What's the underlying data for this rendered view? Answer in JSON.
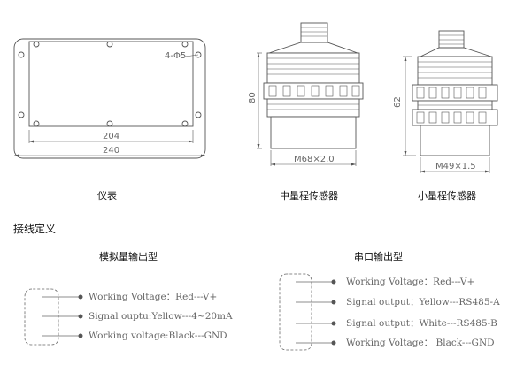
{
  "diagrams": {
    "meter": {
      "hole_label": "4-Φ5",
      "dim_inner": "204",
      "dim_outer": "240",
      "caption": "仪表"
    },
    "medium_sensor": {
      "height_label": "80",
      "thread_label": "M68×2.0",
      "caption": "中量程传感器"
    },
    "small_sensor": {
      "height_label": "62",
      "thread_label": "M49×1.5",
      "caption": "小量程传感器"
    }
  },
  "wiring": {
    "section_title": "接线定义",
    "analog": {
      "title": "模拟量输出型",
      "lines": [
        "Working Voltage：Red---V+",
        "Signal ouptu:Yellow---4~20mA",
        "Working voltage:Black---GND"
      ]
    },
    "serial": {
      "title": "串口输出型",
      "lines": [
        "Working Voltage：Red---V+",
        "Signal output：Yellow---RS485-A",
        "Signal output：White---RS485-B",
        "Working Voltage： Black---GND"
      ]
    }
  }
}
